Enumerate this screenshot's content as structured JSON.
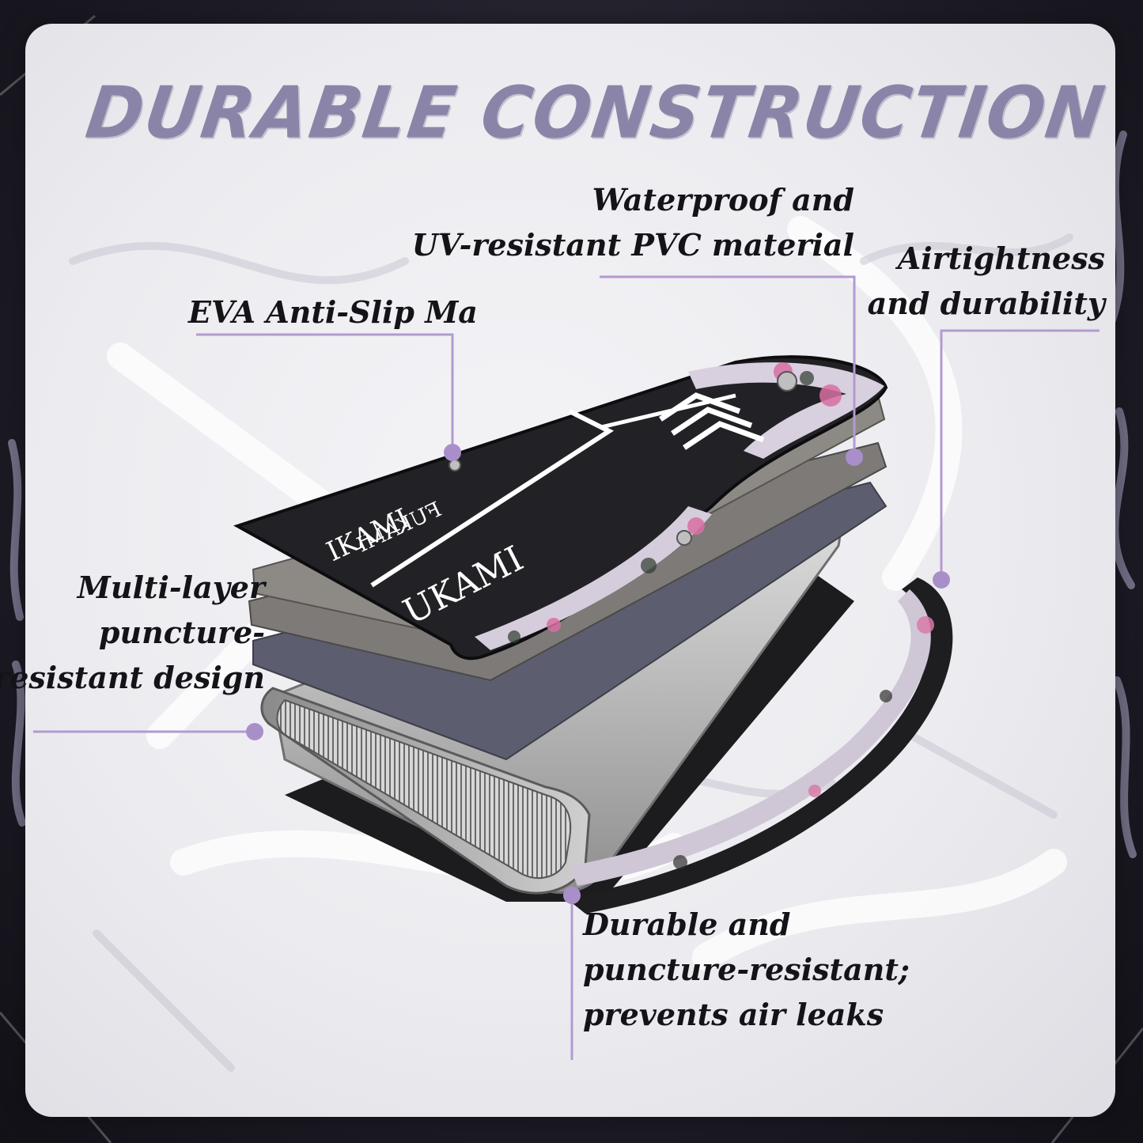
{
  "title": "DURABLE CONSTRUCTION",
  "brand": {
    "wordmark": "UKAMI",
    "wordmark_rotated": "IKAMI",
    "wordmark_small": "FUKAMI"
  },
  "callouts": {
    "waterproof": [
      "Waterproof and",
      "UV-resistant PVC material"
    ],
    "airtight": [
      "Airtightness",
      "and durability"
    ],
    "eva": [
      "EVA Anti-Slip Ma"
    ],
    "multilayer": [
      "Multi-layer",
      "puncture-",
      "resistant design"
    ],
    "durable": [
      "Durable and",
      "puncture-resistant;",
      "prevents air leaks"
    ]
  },
  "colors": {
    "accent": "#a98fc9",
    "leader_line": "#b39ad0",
    "title": "#8a85a8",
    "text": "#141318"
  }
}
